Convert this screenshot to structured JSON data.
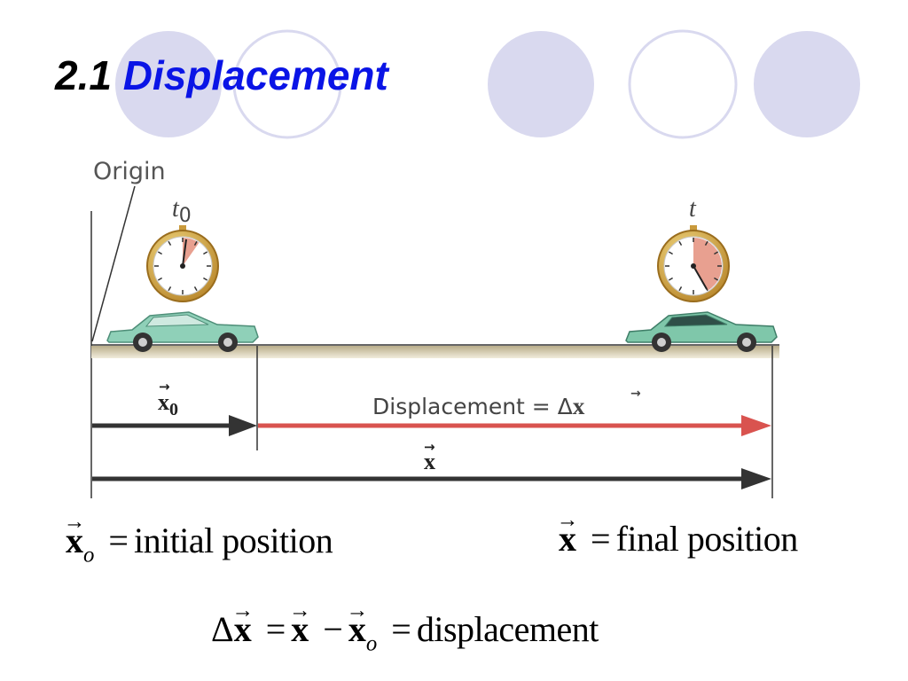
{
  "slide": {
    "title_number": "2.1",
    "title_text": "Displacement",
    "accent_circle_color": "#d9d9ef",
    "title_accent_color": "#0a14e6"
  },
  "figure": {
    "origin_label": "Origin",
    "start_time_symbol": "t",
    "start_time_subscript": "0",
    "end_time_symbol": "t",
    "initial_vector_symbol": "x",
    "initial_vector_subscript": "0",
    "displacement_label": "Displacement = Δ",
    "displacement_symbol": "x",
    "final_vector_symbol": "x",
    "displacement_arrow_color": "#d9534f",
    "position_arrow_color": "#333333",
    "car_color": "#8fd0b8",
    "watch_face_sector_color": "#e8a090"
  },
  "equations": {
    "initial": {
      "symbol": "x",
      "subscript": "o",
      "equals": "=",
      "text": "initial position"
    },
    "final": {
      "symbol": "x",
      "equals": "=",
      "text": "final position"
    },
    "displacement": {
      "delta": "Δ",
      "lhs_symbol": "x",
      "equals1": "=",
      "term1_symbol": "x",
      "minus": "−",
      "term2_symbol": "x",
      "term2_subscript": "o",
      "equals2": "=",
      "text": "displacement"
    }
  }
}
